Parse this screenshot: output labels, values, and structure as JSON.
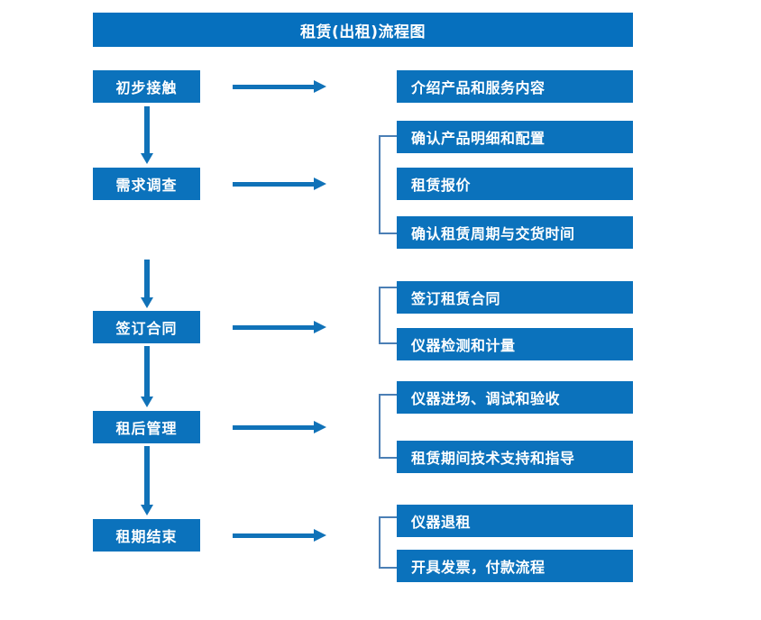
{
  "diagram": {
    "title": "租赁(出租)流程图",
    "colors": {
      "title_bar": "#0670BE",
      "box_fill": "#0B72BC",
      "box_text": "#FFFFFF",
      "arrow": "#1072B8",
      "bracket": "#4B7FB5",
      "background": "#FFFFFF"
    },
    "stages": [
      {
        "label": "初步接触"
      },
      {
        "label": "需求调查"
      },
      {
        "label": "签订合同"
      },
      {
        "label": "租后管理"
      },
      {
        "label": "租期结束"
      }
    ],
    "details": [
      {
        "label": "介绍产品和服务内容"
      },
      {
        "label": "确认产品明细和配置"
      },
      {
        "label": "租赁报价"
      },
      {
        "label": "确认租赁周期与交货时间"
      },
      {
        "label": "签订租赁合同"
      },
      {
        "label": "仪器检测和计量"
      },
      {
        "label": "仪器进场、调试和验收"
      },
      {
        "label": "租赁期间技术支持和指导"
      },
      {
        "label": "仪器退租"
      },
      {
        "label": "开具发票，付款流程"
      }
    ],
    "connectors": {
      "horizontal_arrows": 5,
      "vertical_arrows": 4,
      "brackets": 4
    }
  }
}
